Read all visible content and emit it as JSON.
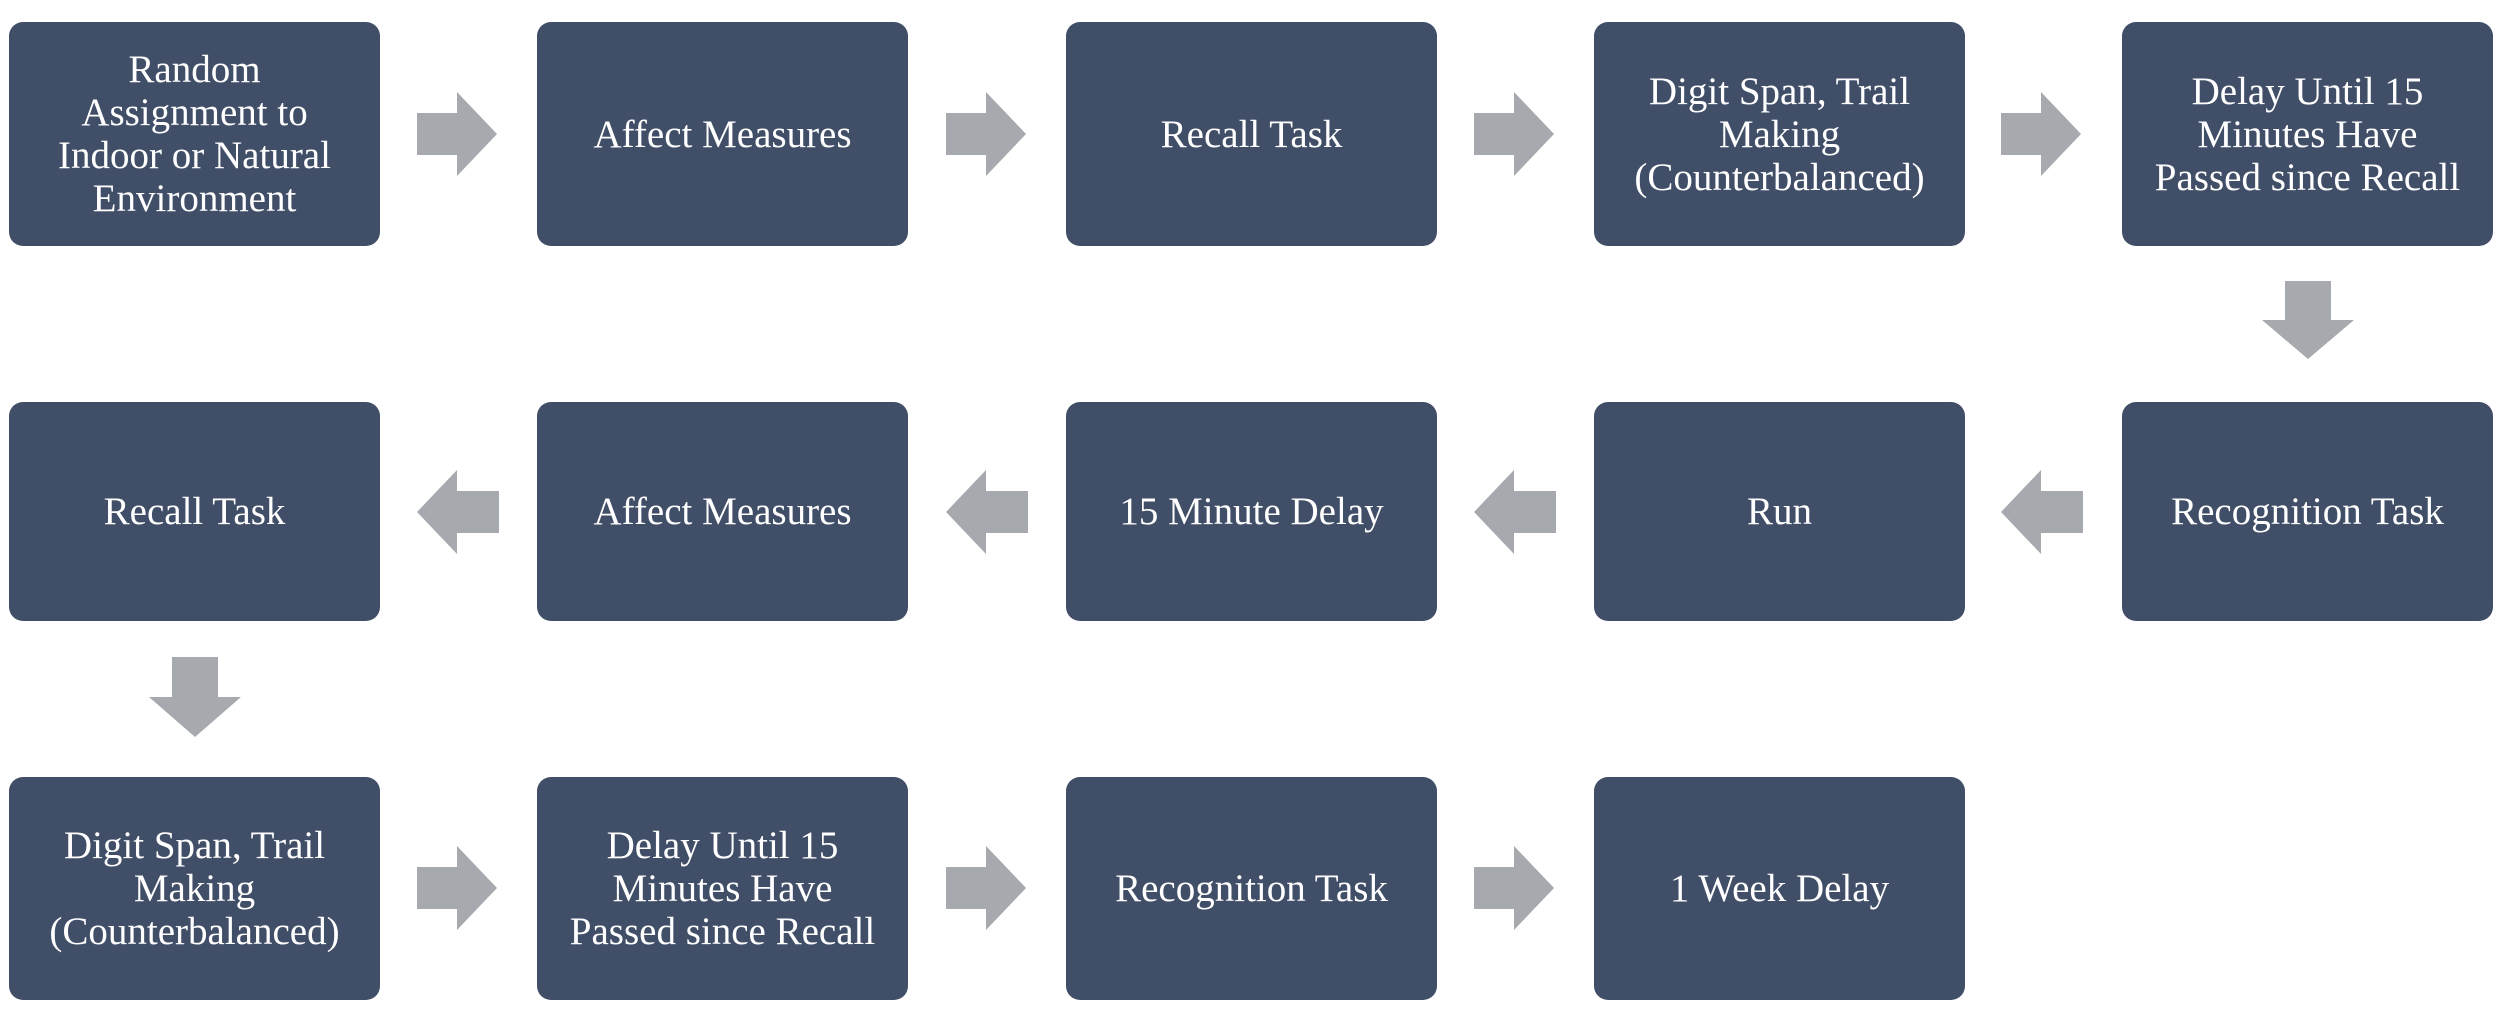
{
  "steps": {
    "s1": "Random\nAssignment to\nIndoor or Natural\nEnvironment",
    "s2": "Affect Measures",
    "s3": "Recall Task",
    "s4": "Digit Span,  Trail\nMaking\n(Counterbalanced)",
    "s5": "Delay Until 15\nMinutes Have\nPassed since Recall",
    "s6": "Recognition Task",
    "s7": "Run",
    "s8": "15 Minute Delay",
    "s9": "Affect Measures",
    "s10": "Recall Task",
    "s11": "Digit Span,  Trail\nMaking\n(Counterbalanced)",
    "s12": "Delay Until 15\nMinutes Have\nPassed since Recall",
    "s13": "Recognition Task",
    "s14": "1 Week Delay"
  },
  "colors": {
    "box": "#404e67",
    "text": "#ffffff",
    "arrow": "#a6a9ae"
  }
}
